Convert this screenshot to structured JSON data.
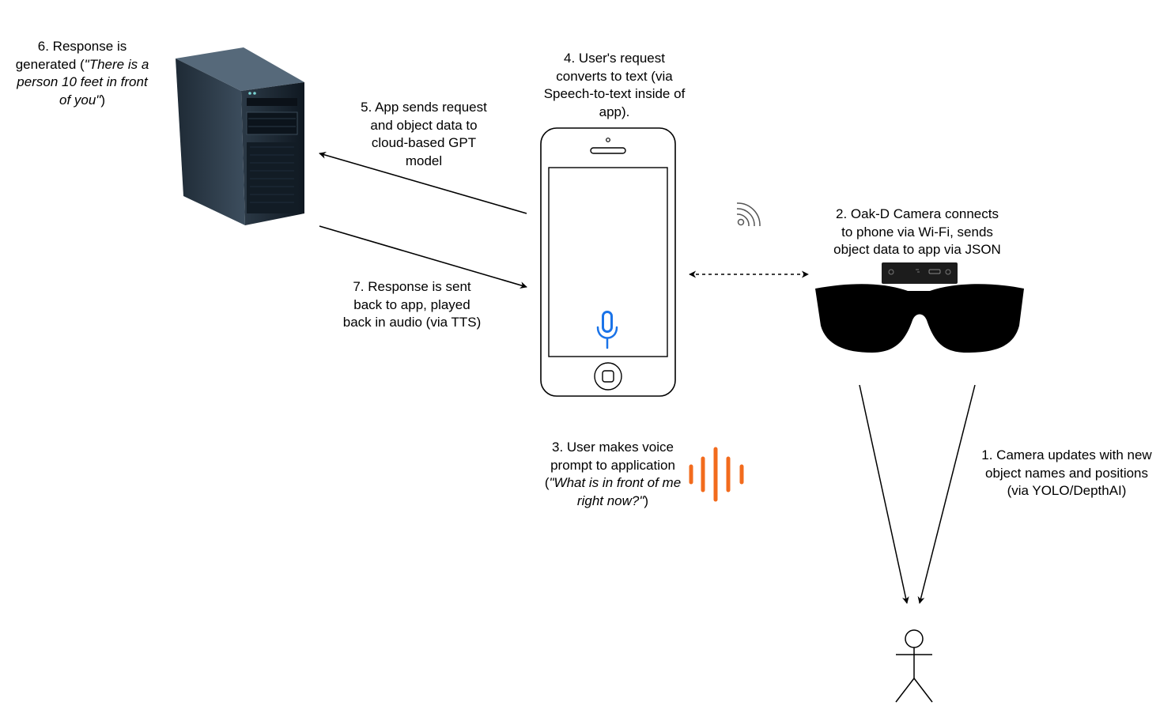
{
  "steps": {
    "step1": {
      "lines": [
        "1. Camera updates with new",
        "object names and positions",
        "(via YOLO/DepthAI)"
      ]
    },
    "step2": {
      "lines": [
        "2. Oak-D Camera connects",
        "to phone via Wi-Fi, sends",
        "object data to app via JSON"
      ]
    },
    "step3": {
      "line1": "3. User makes voice",
      "line2": "prompt to application",
      "line3_open": "(",
      "line3_quote": "\"What is in front of me",
      "line4_quote": "right now?\"",
      "line4_close": ")"
    },
    "step4": {
      "lines": [
        "4. User's request",
        "converts to text (via",
        "Speech-to-text inside of",
        "app)."
      ]
    },
    "step5": {
      "lines": [
        "5. App sends request",
        "and object data to",
        "cloud-based GPT",
        "model"
      ]
    },
    "step6": {
      "line1": "6. Response is",
      "line2_plain": "generated (",
      "line2_quote": "\"There is a",
      "line3_quote": "person 10 feet in front",
      "line4_quote": "of you\"",
      "line4_close": ")"
    },
    "step7": {
      "lines": [
        "7. Response is sent",
        "back to app, played",
        "back in audio (via TTS)"
      ]
    }
  },
  "colors": {
    "stroke": "#000000",
    "mic": "#1a73e8",
    "sound_wave": "#f26b1d",
    "server_dark": "#15202b",
    "server_mid": "#2c3a47"
  },
  "icons": {
    "server": "server-tower-icon",
    "phone": "smartphone-icon",
    "microphone": "microphone-icon",
    "wifi": "wifi-signal-icon",
    "glasses": "camera-glasses-icon",
    "sound": "sound-wave-icon",
    "person": "stick-figure-icon"
  }
}
